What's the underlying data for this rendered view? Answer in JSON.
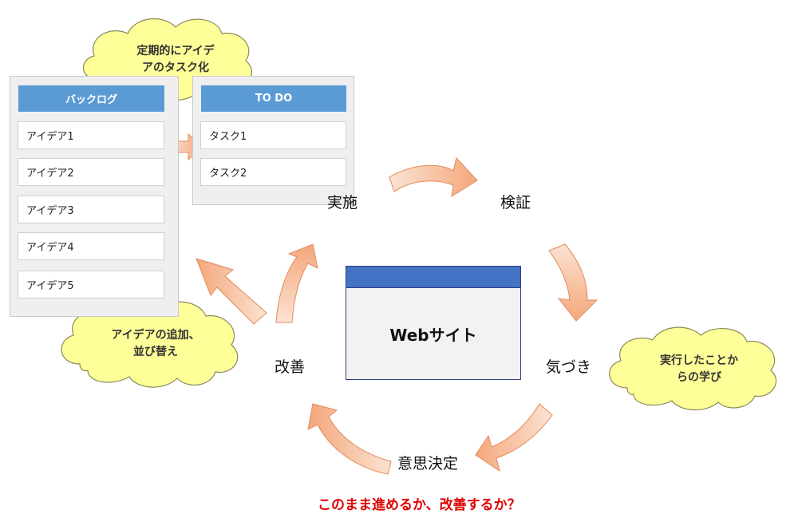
{
  "clouds": {
    "top": [
      "定期的にアイデ",
      "アのタスク化"
    ],
    "left": [
      "アイデアの追加、",
      "並び替え"
    ],
    "right": [
      "実行したことか",
      "らの学び"
    ]
  },
  "backlog": {
    "header": "バックログ",
    "items": [
      "アイデア1",
      "アイデア2",
      "アイデア3",
      "アイデア4",
      "アイデア5"
    ]
  },
  "todo": {
    "header": "TO DO",
    "items": [
      "タスク1",
      "タスク2"
    ]
  },
  "cycle": {
    "implement": "実施",
    "verify": "検証",
    "notice": "気づき",
    "decide": "意思決定",
    "improve": "改善"
  },
  "website": "Webサイト",
  "bottom_note": "このまま進めるか、改善するか？",
  "colors": {
    "header_blue": "#5b9bd5",
    "site_bar": "#4472c4",
    "cloud_fill": "#ffff99",
    "arrow_fill": "#f4b183",
    "note_red": "#e00000"
  }
}
